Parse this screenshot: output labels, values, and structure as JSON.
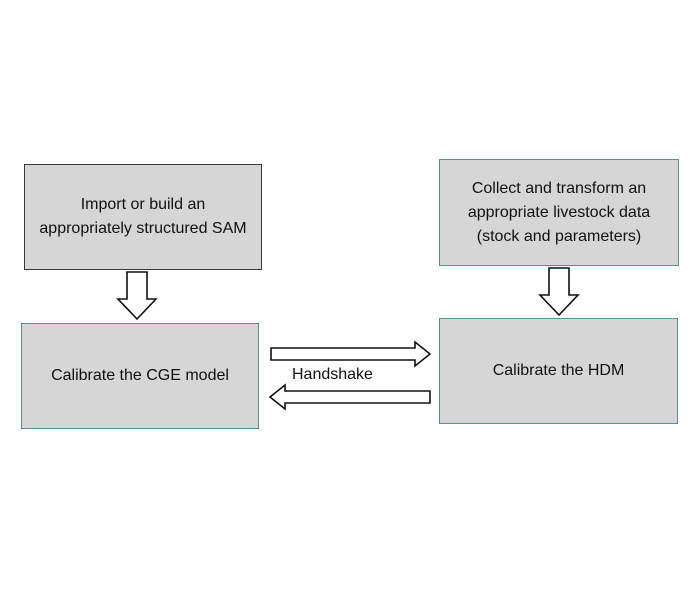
{
  "diagram": {
    "nodes": {
      "sam": {
        "label": "Import or build an appropriately structured SAM"
      },
      "livestock": {
        "label": "Collect and transform an appropriate livestock data (stock and parameters)"
      },
      "cge": {
        "label": "Calibrate the CGE model"
      },
      "hdm": {
        "label": "Calibrate the HDM"
      }
    },
    "edges": [
      {
        "from": "sam",
        "to": "cge",
        "style": "block-arrow-down"
      },
      {
        "from": "livestock",
        "to": "hdm",
        "style": "block-arrow-down"
      },
      {
        "from": "cge",
        "to": "hdm",
        "style": "block-arrow-right"
      },
      {
        "from": "hdm",
        "to": "cge",
        "style": "block-arrow-left"
      }
    ],
    "handshake_label": "Handshake"
  }
}
